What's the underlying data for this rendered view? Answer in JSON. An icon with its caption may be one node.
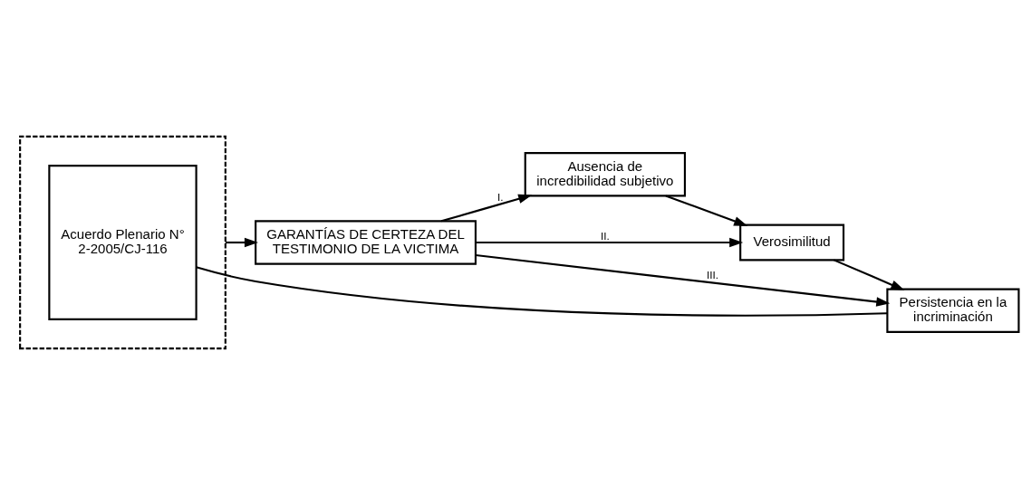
{
  "diagram": {
    "nodes": [
      {
        "text": [],
        "shape": "box"
      },
      {
        "text": [
          "Acuerdo Plenario N° 2-2005/CJ-116"
        ],
        "in": 0
      },
      {
        "text": [
          "GARANTÍAS DE CERTEZA DEL TESTIMONIO DE LA VICTIMA"
        ]
      },
      {
        "text": [
          "Ausencia de incredibilidad subjetivo"
        ]
      },
      {
        "text": [
          "Verosimilitud"
        ]
      },
      {
        "text": [
          "Persistencia en la incriminación"
        ]
      }
    ],
    "edges": [
      {
        "from": 0,
        "to": 2,
        "arrow": "to"
      },
      {
        "from": 2,
        "to": 3,
        "arrow": "to",
        "label": "I."
      },
      {
        "from": 2,
        "to": 4,
        "arrow": "to",
        "label": "II."
      },
      {
        "from": 2,
        "to": 5,
        "arrow": "to",
        "label": "III."
      },
      {
        "from": 3,
        "to": 4,
        "arrow": "to"
      },
      {
        "from": 4,
        "to": 5,
        "arrow": "to"
      },
      {
        "from": 1,
        "to": 5,
        "arrow": "none"
      }
    ]
  }
}
